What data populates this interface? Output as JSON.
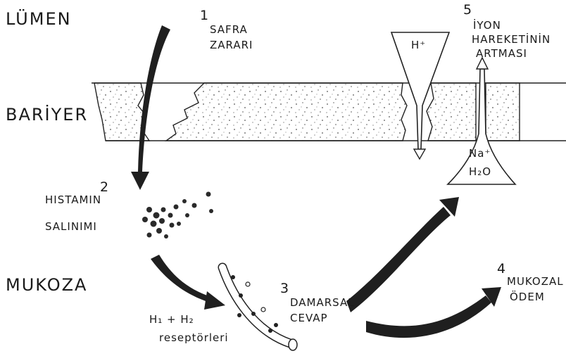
{
  "regions": {
    "lumen": "LÜMEN",
    "bariyer": "BARİYER",
    "mukoza": "MUKOZA"
  },
  "steps": [
    {
      "num": "1",
      "line1": "SAFRA",
      "line2": "ZARARI"
    },
    {
      "num": "2",
      "line1": "HISTAMIN",
      "line2": "SALINIMI"
    },
    {
      "num": "3",
      "line1": "DAMARSAL",
      "line2": "CEVAP"
    },
    {
      "num": "4",
      "line1": "MUKOZAL",
      "line2": "ÖDEM"
    },
    {
      "num": "5",
      "line1": "İYON",
      "line2": "HAREKETİNİN",
      "line3": "ARTMASI"
    }
  ],
  "ions": {
    "h_plus": "H⁺",
    "na": "Na⁺",
    "h2o": "H₂O"
  },
  "receptor": {
    "line1": "H₁ + H₂",
    "line2": "reseptörleri"
  }
}
